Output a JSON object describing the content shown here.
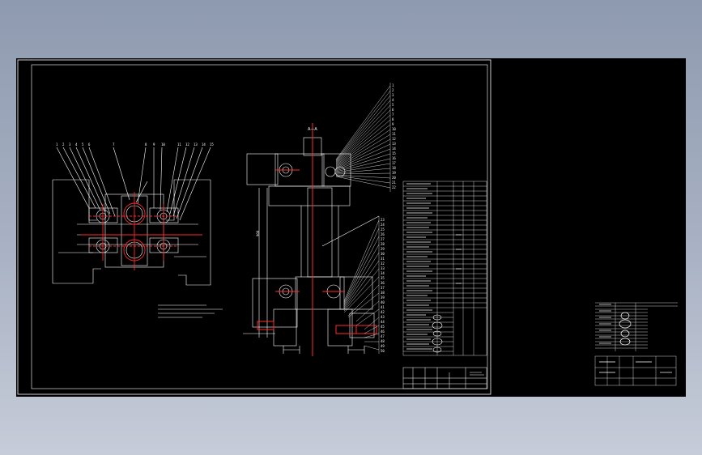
{
  "drawing": {
    "section_label": "A—A",
    "assembly_dim": "900",
    "left_view_numbers": [
      "1",
      "2",
      "3",
      "4",
      "5",
      "6",
      "7",
      "8",
      "9",
      "10",
      "11",
      "12",
      "13",
      "14",
      "15"
    ],
    "right_callouts": [
      "1",
      "2",
      "3",
      "4",
      "5",
      "6",
      "7",
      "8",
      "9",
      "10",
      "11",
      "12",
      "13",
      "14",
      "15",
      "16",
      "17",
      "18",
      "19",
      "20",
      "21",
      "22",
      "23",
      "24",
      "25",
      "26",
      "27",
      "28",
      "29",
      "30",
      "31",
      "32",
      "33",
      "34",
      "35",
      "36",
      "37",
      "38",
      "39",
      "40",
      "41",
      "42",
      "43",
      "44",
      "45",
      "46",
      "47",
      "48",
      "49",
      "50"
    ],
    "colors": {
      "background": "#000000",
      "lines": "#ffffff",
      "centerline": "#ff2a2a",
      "accent": "#ff4040"
    }
  }
}
